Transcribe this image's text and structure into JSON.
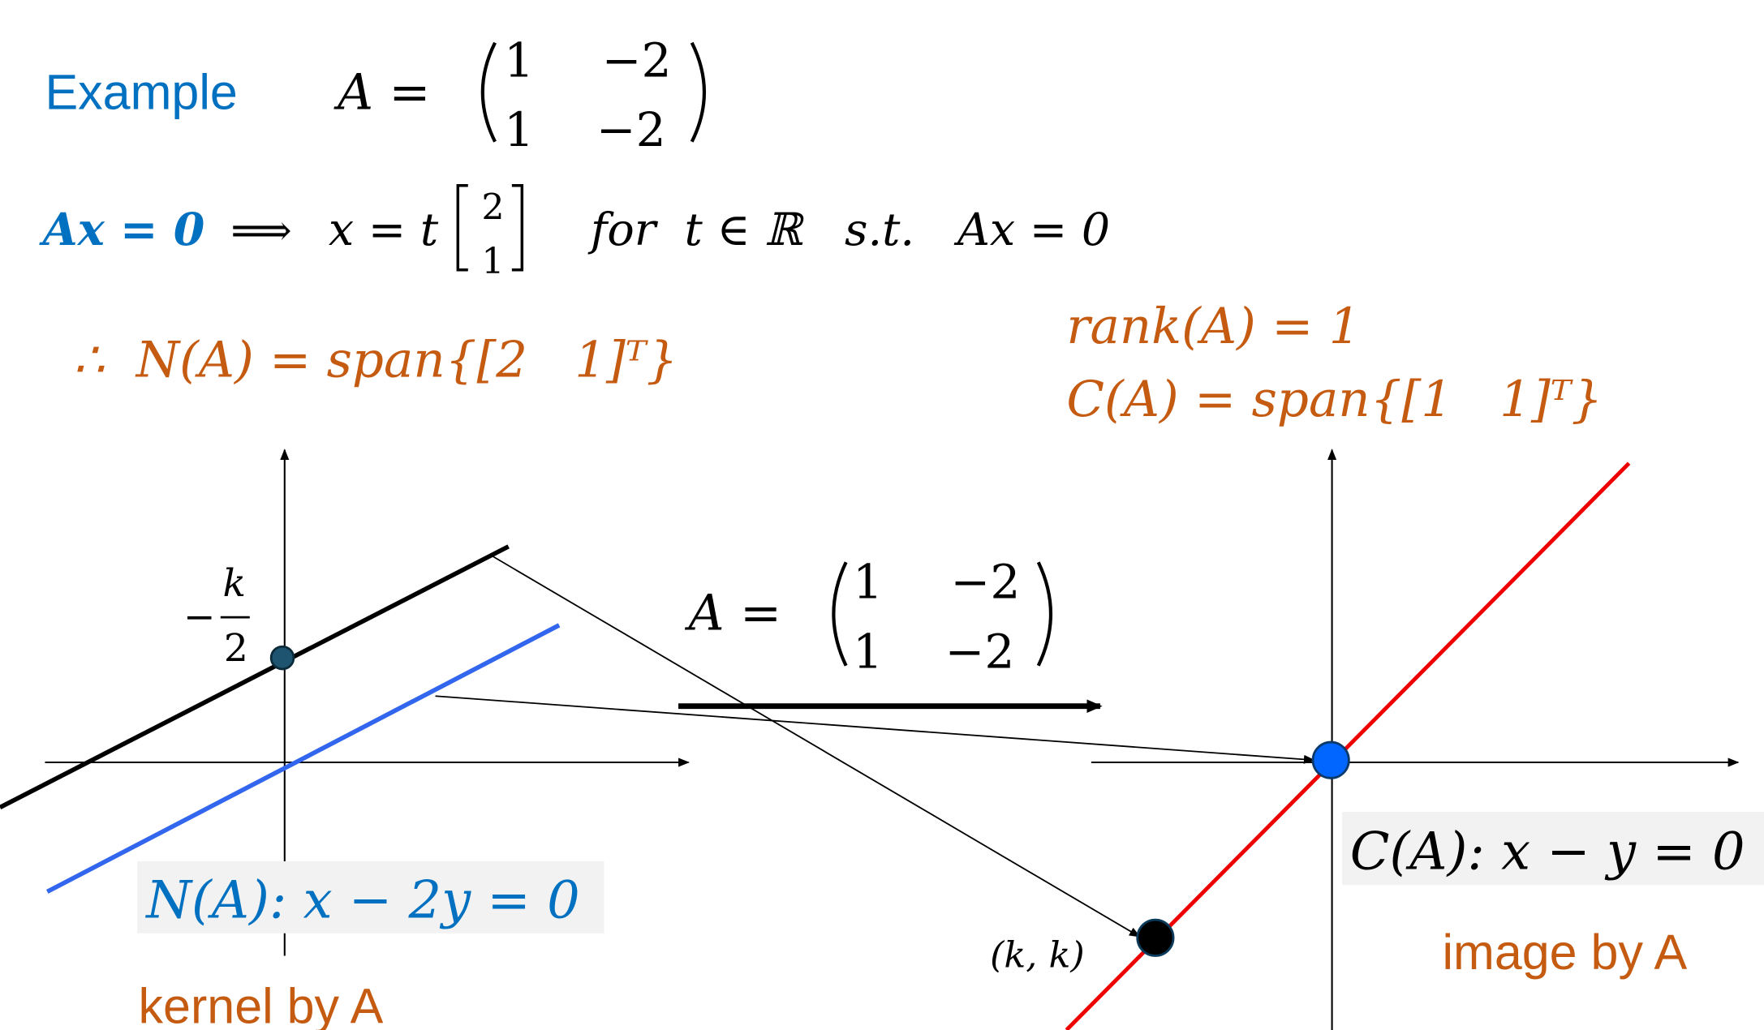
{
  "title": "Example",
  "matrix_label": "A =",
  "matrix": [
    [
      "1",
      "−2"
    ],
    [
      "1",
      "−2"
    ]
  ],
  "line2": {
    "lhs": "Ax = 0",
    "implies": "⟹",
    "x_eq": "x = t",
    "vector": [
      "2",
      "1"
    ],
    "rest": "for  t ∈ ℝ   s.t.   Ax = 0"
  },
  "nullspace": "∴  N(A) = span{[2   1]ᵀ}",
  "rank": "rank(A) = 1",
  "column_space": "C(A) = span{[1   1]ᵀ}",
  "left_plot": {
    "intercept_num": "k",
    "intercept_minus": "−",
    "intercept_den": "2",
    "kernel_eq": "N(A): x − 2y = 0",
    "kernel_caption": "kernel by A"
  },
  "mapping": {
    "label": "A =",
    "matrix": [
      [
        "1",
        "−2"
      ],
      [
        "1",
        "−2"
      ]
    ]
  },
  "right_plot": {
    "point_label": "(k, k)",
    "image_eq": "C(A): x − y = 0",
    "image_caption": "image by A"
  },
  "colors": {
    "blue_text": "#0070C0",
    "orange_text": "#C55A11",
    "kernel_line": "#3366EE",
    "image_line": "#EE0000",
    "origin_dot": "#0066FF"
  }
}
